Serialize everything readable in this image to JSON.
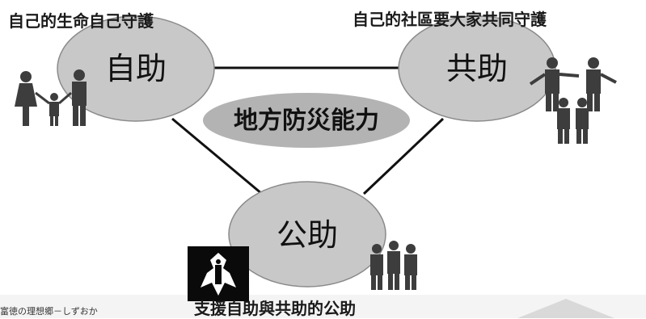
{
  "captions": {
    "self_help": "自己的生命自己守護",
    "mutual_help": "自己的社區要大家共同守護",
    "public_help": "支援自助與共助的公助",
    "footer": "富徳の理想郷－しずおか"
  },
  "nodes": {
    "self": "自助",
    "mutual": "共助",
    "public": "公助",
    "center": "地方防災能力"
  },
  "colors": {
    "circle_fill": "#c8c8c8",
    "circle_stroke": "#8a8a8a",
    "center_fill": "#b3b3b3",
    "line": "#111111",
    "people": "#3d3d3d"
  },
  "icons": {
    "family": "family-icon",
    "group": "group-icon",
    "officials": "officials-icon",
    "emblem": "emblem-icon"
  }
}
